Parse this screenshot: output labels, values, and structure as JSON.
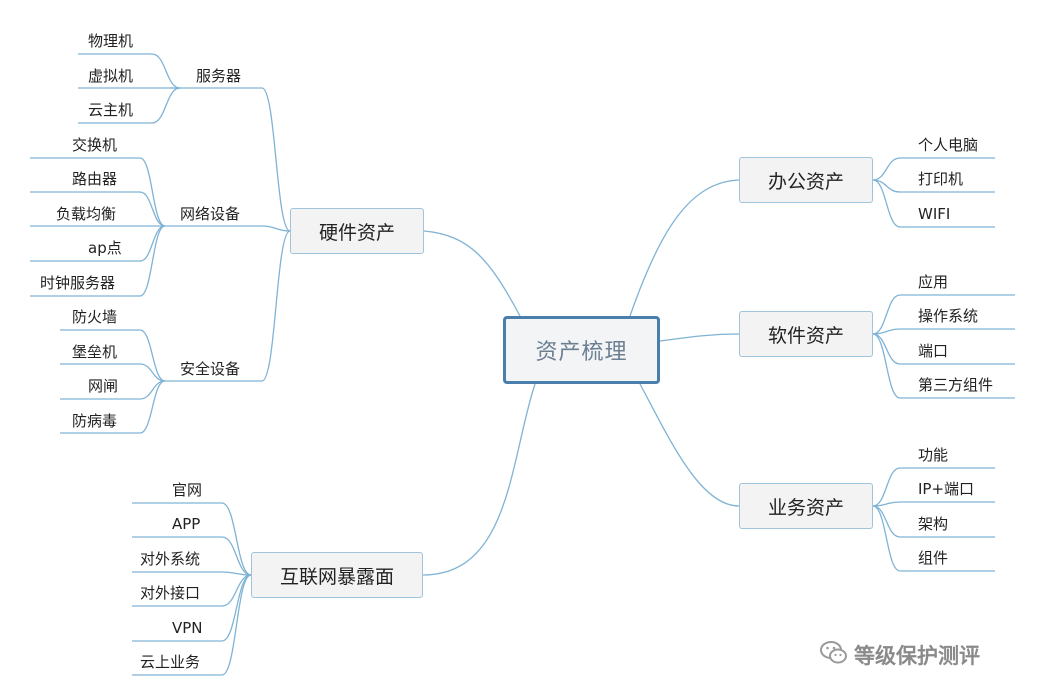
{
  "root": {
    "label": "资产梳理"
  },
  "branches": {
    "hardware": {
      "label": "硬件资产",
      "groups": {
        "server": {
          "label": "服务器",
          "items": [
            "物理机",
            "虚拟机",
            "云主机"
          ]
        },
        "network": {
          "label": "网络设备",
          "items": [
            "交换机",
            "路由器",
            "负载均衡",
            "ap点",
            "时钟服务器"
          ]
        },
        "security": {
          "label": "安全设备",
          "items": [
            "防火墙",
            "堡垒机",
            "网闸",
            "防病毒"
          ]
        }
      }
    },
    "internet": {
      "label": "互联网暴露面",
      "items": [
        "官网",
        "APP",
        "对外系统",
        "对外接口",
        "VPN",
        "云上业务"
      ]
    },
    "office": {
      "label": "办公资产",
      "items": [
        "个人电脑",
        "打印机",
        "WIFI"
      ]
    },
    "software": {
      "label": "软件资产",
      "items": [
        "应用",
        "操作系统",
        "端口",
        "第三方组件"
      ]
    },
    "business": {
      "label": "业务资产",
      "items": [
        "功能",
        "IP+端口",
        "架构",
        "组件"
      ]
    }
  },
  "watermark": {
    "text": "等级保护测评",
    "icon": "wechat-icon"
  }
}
